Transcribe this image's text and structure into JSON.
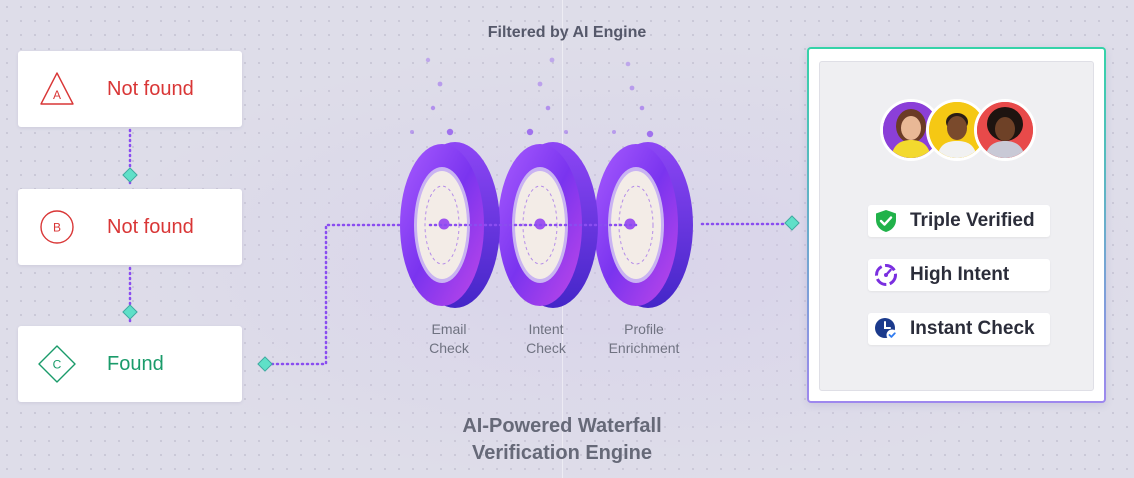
{
  "header": {
    "title": "Filtered by AI Engine"
  },
  "sources": [
    {
      "letter": "A",
      "status": "Not found"
    },
    {
      "letter": "B",
      "status": "Not found"
    },
    {
      "letter": "C",
      "status": "Found"
    }
  ],
  "stages": [
    {
      "line1": "Email",
      "line2": "Check"
    },
    {
      "line1": "Intent",
      "line2": "Check"
    },
    {
      "line1": "Profile",
      "line2": "Enrichment"
    }
  ],
  "footer": {
    "title_line1": "AI-Powered Waterfall",
    "title_line2": "Verification Engine"
  },
  "result": {
    "badges": [
      {
        "label": "Triple Verified",
        "icon": "shield-check-icon"
      },
      {
        "label": "High Intent",
        "icon": "gauge-icon"
      },
      {
        "label": "Instant Check",
        "icon": "clock-check-icon"
      }
    ]
  },
  "colors": {
    "not_found": "#d93636",
    "found": "#1a9b6a",
    "connector": "#8a4df0",
    "node": "#5fe0c8",
    "disc": "#7b3cf0"
  }
}
